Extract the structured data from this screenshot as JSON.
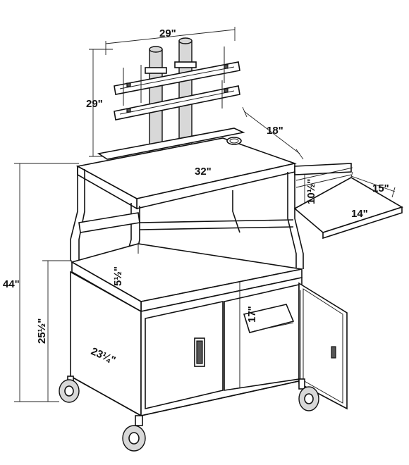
{
  "dimensions": {
    "mount_width": "29\"",
    "mount_height": "29\"",
    "depth": "18\"",
    "top_width": "32\"",
    "shelf_clearance": "10½\"",
    "keyboard_depth": "15\"",
    "keyboard_width": "14\"",
    "overall_height": "44\"",
    "gap_height": "5½\"",
    "cabinet_shelf_height": "17\"",
    "cabinet_height": "25½\"",
    "cabinet_depth": "23¼\""
  },
  "colors": {
    "line": "#111111",
    "fill": "#ffffff",
    "shade": "#d8d8d8"
  }
}
